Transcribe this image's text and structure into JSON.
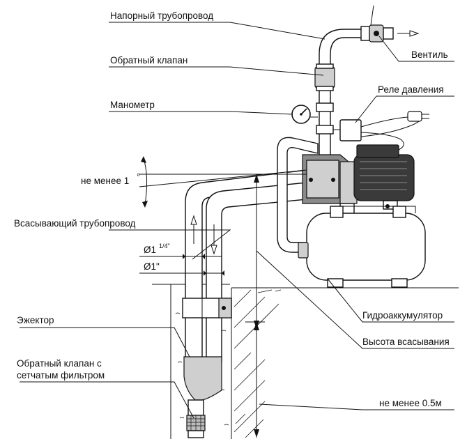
{
  "labels": {
    "pressure_pipe": "Напорный трубопровод",
    "check_valve": "Обратный клапан",
    "gauge": "Манометр",
    "valve": "Вентиль",
    "pressure_relay": "Реле давления",
    "slope": "не менее 1",
    "slope_degree": "°",
    "suction_pipe": "Всасывающий трубопровод",
    "diameter_large": "Ø1",
    "diameter_large_frac": "1/4\"",
    "diameter_small": "Ø1\"",
    "ejector": "Эжектор",
    "check_valve_filter_line1": "Обратный клапан с",
    "check_valve_filter_line2": "сетчатым фильтром",
    "accumulator": "Гидроаккумулятор",
    "suction_height": "Высота всасывания",
    "min_depth": "не менее 0.5м"
  }
}
